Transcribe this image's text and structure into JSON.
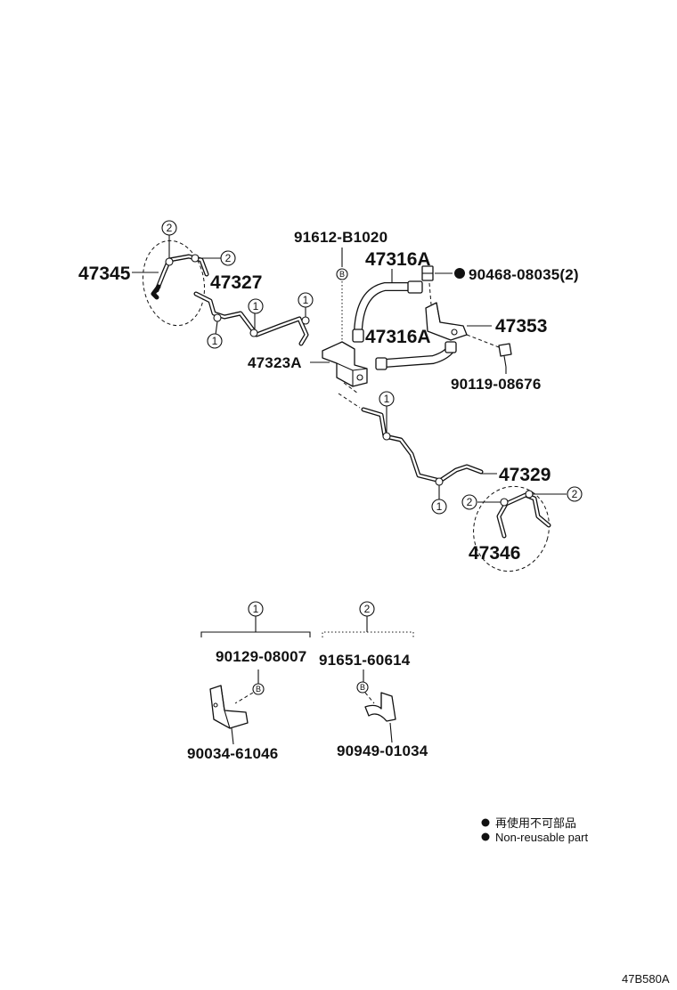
{
  "diagram": {
    "parts": {
      "p47345": "47345",
      "p47327": "47327",
      "p91612": "91612-B1020",
      "p47316a_upper": "47316A",
      "p47316a_lower": "47316A",
      "p90468": "90468-08035(2)",
      "p47353": "47353",
      "p47323a": "47323A",
      "p90119": "90119-08676",
      "p47329": "47329",
      "p47346": "47346",
      "p90129": "90129-08007",
      "p91651": "91651-60614",
      "p90034": "90034-61046",
      "p90949": "90949-01034"
    },
    "callouts": {
      "one": "1",
      "two": "2",
      "b": "B"
    },
    "legend": {
      "japanese": "再使用不可部品",
      "english": "Non-reusable part"
    },
    "drawing_code": "47B580A"
  }
}
